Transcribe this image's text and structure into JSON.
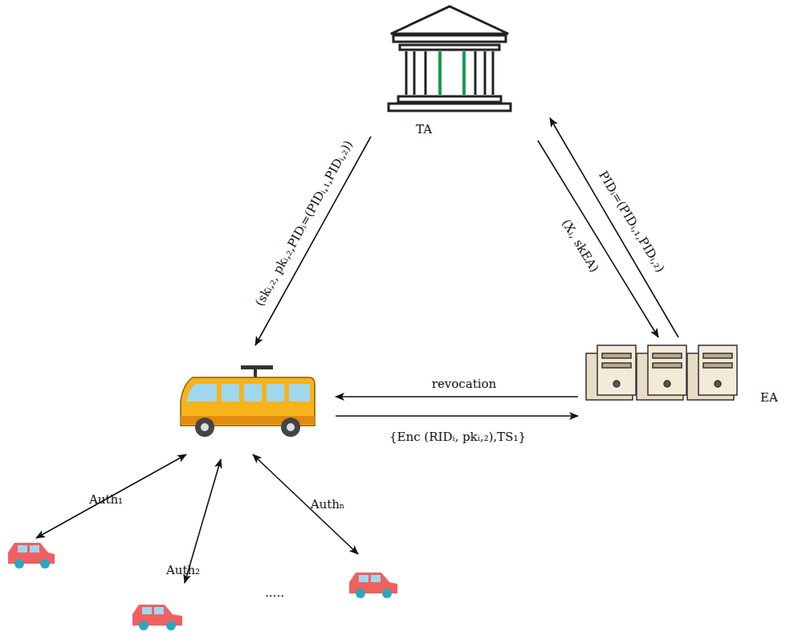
{
  "diagram": {
    "nodes": [
      {
        "text": [
          "TA"
        ]
      },
      {
        "text": [
          "EA"
        ]
      }
    ],
    "edges": [
      {
        "from": 0,
        "to": 1,
        "label": "(Xᵢ, skEA)",
        "arrow": "to"
      },
      {
        "from": 1,
        "to": 0,
        "label": "PIDᵢ=(PIDᵢ,₁,PIDᵢ,₂)",
        "arrow": "to"
      }
    ],
    "labels": [
      "(skᵢ,₂, pkᵢ,₂,PIDᵢ=(PIDᵢ,₁,PIDᵢ,₂))",
      "revocation",
      "{Enc (RIDᵢ, pkᵢ,₂),TS₁}",
      "Auth₁",
      "Auth₂",
      "Authₙ",
      "....."
    ]
  }
}
